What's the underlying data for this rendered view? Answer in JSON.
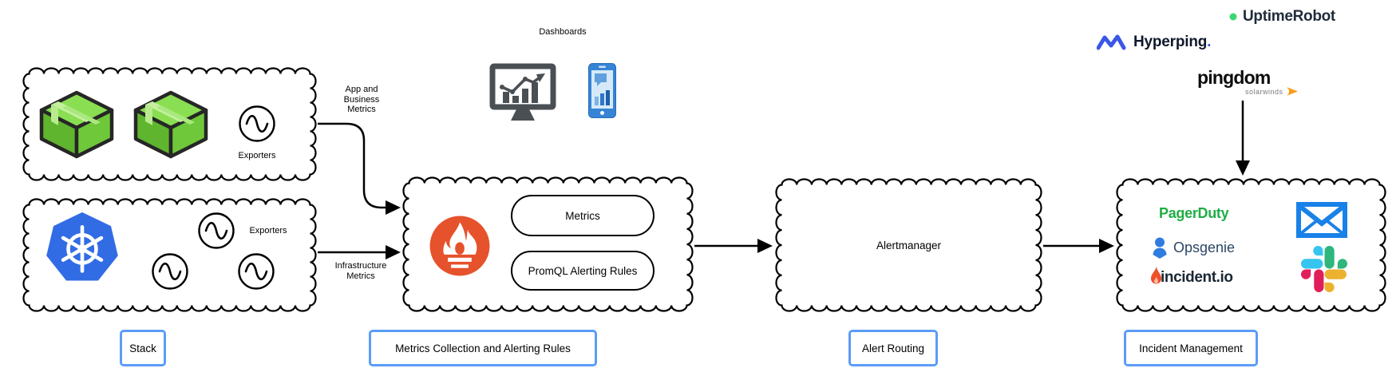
{
  "diagram": {
    "dashboards_label": "Dashboards",
    "stack": {
      "caption": "Stack",
      "apps_exporters_label": "Exporters",
      "k8s_exporters_label": "Exporters"
    },
    "edge_labels": {
      "app_business": "App and\nBusiness\nMetrics",
      "infrastructure": "Infrastructure\nMetrics"
    },
    "metrics_collection": {
      "caption": "Metrics Collection and Alerting Rules",
      "metrics_node": "Metrics",
      "promql_node": "PromQL Alerting Rules"
    },
    "alert_routing": {
      "caption": "Alert Routing",
      "alertmanager_node": "Alertmanager"
    },
    "incident_management": {
      "caption": "Incident Management",
      "pagerduty": "PagerDuty",
      "opsgenie": "Opsgenie",
      "incidentio": "incident.io"
    },
    "external_monitors": {
      "uptimerobot": "UptimeRobot",
      "hyperping": "Hyperping",
      "hyperping_period": ".",
      "pingdom": "pingdom",
      "solarwinds": "solarwinds"
    }
  },
  "colors": {
    "prometheus_orange": "#e6522c",
    "kubernetes_blue": "#326ce5",
    "pagerduty_green": "#1eae45",
    "opsgenie_blue": "#2f7ce0",
    "incidentio_flame": "#ef4f2b",
    "uptimerobot_green": "#3bd671",
    "hyperping_blue": "#3a57e8",
    "solarwinds_orange": "#f99d1c",
    "email_blue": "#1981e8",
    "caption_border_blue": "#5b9cf8",
    "slack_blue": "#36C5F0",
    "slack_green": "#2EB67D",
    "slack_yellow": "#ECB22E",
    "slack_red": "#E01E5A"
  }
}
